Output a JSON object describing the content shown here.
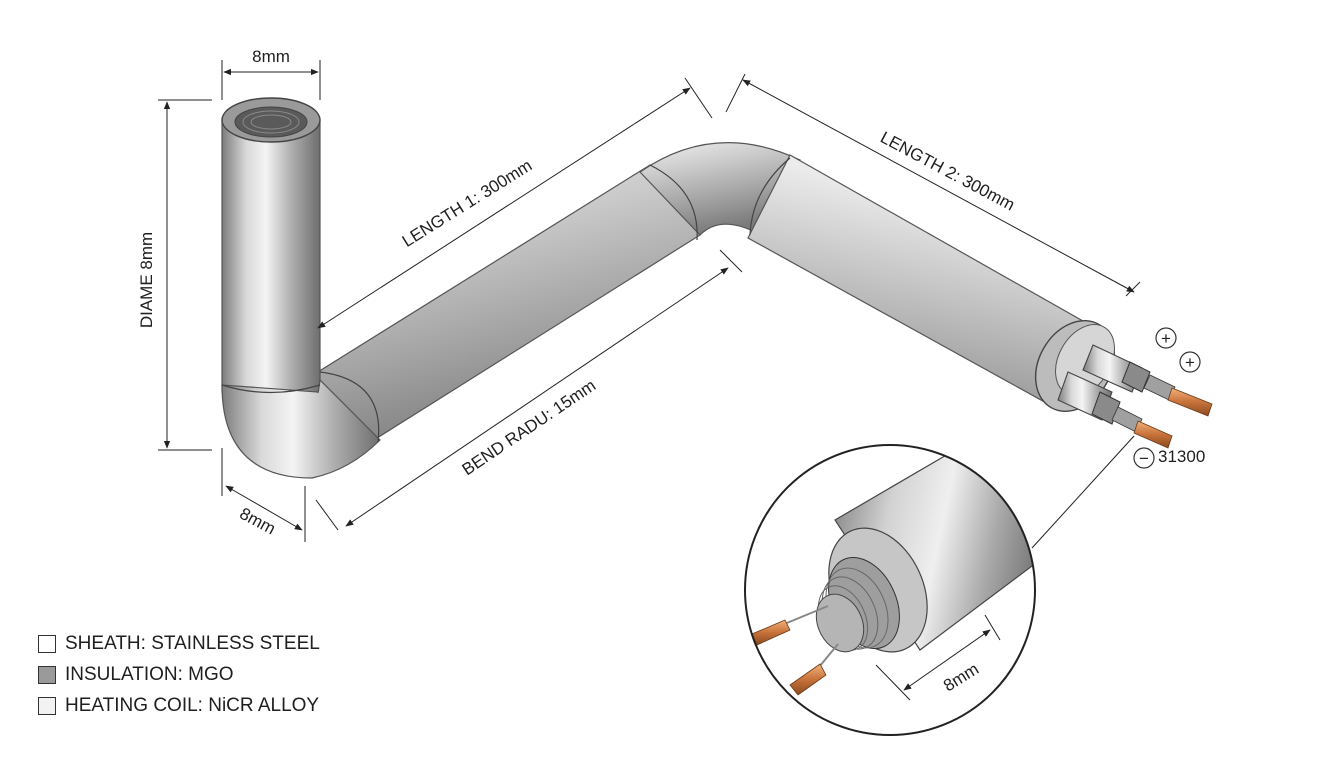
{
  "dimensions": {
    "top_width": "8mm",
    "diameter": "DIAME 8mm",
    "length1": "LENGTH 1: 300mm",
    "length2": "LENGTH 2: 300mm",
    "bend_radius": "BEND RADU: 15mm",
    "bottom_width": "8mm",
    "detail_width": "8mm"
  },
  "terminals": {
    "plus_a": "+",
    "plus_b": "+",
    "minus": "−",
    "minus_value": "31300"
  },
  "legend": {
    "items": [
      {
        "label": "SHEATH: STAINLESS STEEL",
        "color": "#ffffff"
      },
      {
        "label": "INSULATION: MGO",
        "color": "#9a9a9a"
      },
      {
        "label": "HEATING COIL: NiCR ALLOY",
        "color": "#f2f2f2"
      }
    ]
  },
  "colors": {
    "steel": "#b8b8b8",
    "copper": "#c8723a",
    "line": "#222222"
  }
}
